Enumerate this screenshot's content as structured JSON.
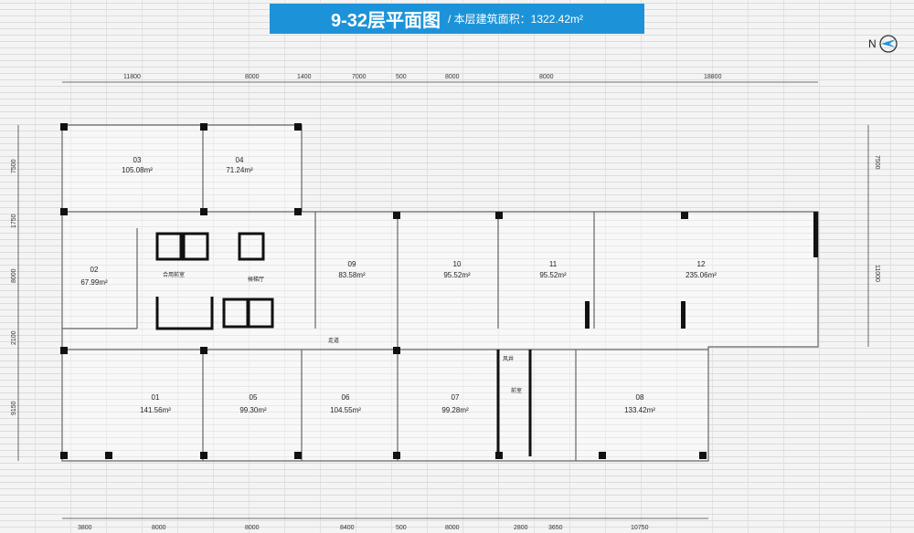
{
  "header": {
    "title": "9-32层平面图",
    "subtitle": "/ 本层建筑面积：1322.42m²"
  },
  "compass": {
    "label": "N",
    "accent": "#1c93d8"
  },
  "dimensions": {
    "top": [
      "11800",
      "8000",
      "1400",
      "7000",
      "500",
      "8000",
      "8000",
      "18800"
    ],
    "bottom": [
      "3800",
      "8000",
      "8000",
      "8400",
      "500",
      "8000",
      "2800",
      "3650",
      "10750"
    ],
    "left": [
      "7500",
      "1750",
      "8000",
      "2100",
      "9150"
    ],
    "right": [
      "7500",
      "11000"
    ]
  },
  "units": [
    {
      "id": "03",
      "area": "105.08m²"
    },
    {
      "id": "04",
      "area": "71.24m²"
    },
    {
      "id": "02",
      "area": "67.99m²"
    },
    {
      "id": "09",
      "area": "83.58m²"
    },
    {
      "id": "10",
      "area": "95.52m²"
    },
    {
      "id": "11",
      "area": "95.52m²"
    },
    {
      "id": "12",
      "area": "235.06m²"
    },
    {
      "id": "01",
      "area": "141.56m²"
    },
    {
      "id": "05",
      "area": "99.30m²"
    },
    {
      "id": "06",
      "area": "104.55m²"
    },
    {
      "id": "07",
      "area": "99.28m²"
    },
    {
      "id": "08",
      "area": "133.42m²"
    }
  ],
  "spaces": {
    "shared_lobby": "合用前室",
    "elevator_hall": "候梯厅",
    "corridor": "走道",
    "shaft": "风井",
    "anteroom": "前室"
  }
}
